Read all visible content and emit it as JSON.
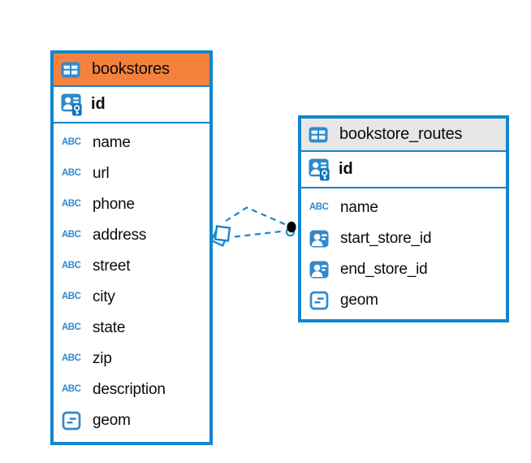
{
  "diagram": {
    "abc_icon_label": "ABC",
    "colors": {
      "table_border": "#1386ce",
      "bookstores_header": "#f5813d",
      "bookstore_routes_header": "#e7e7e7",
      "icon_blue": "#3089ce",
      "connector_blue": "#1386ce",
      "connector_dot": "#000000",
      "text": "#0b0b0b"
    },
    "tables": [
      {
        "name": "bookstores",
        "primary_key": {
          "name": "id",
          "icon": "person-key-icon"
        },
        "columns": [
          {
            "name": "name",
            "type": "text",
            "icon": "abc-icon"
          },
          {
            "name": "url",
            "type": "text",
            "icon": "abc-icon"
          },
          {
            "name": "phone",
            "type": "text",
            "icon": "abc-icon"
          },
          {
            "name": "address",
            "type": "text",
            "icon": "abc-icon"
          },
          {
            "name": "street",
            "type": "text",
            "icon": "abc-icon"
          },
          {
            "name": "city",
            "type": "text",
            "icon": "abc-icon"
          },
          {
            "name": "state",
            "type": "text",
            "icon": "abc-icon"
          },
          {
            "name": "zip",
            "type": "text",
            "icon": "abc-icon"
          },
          {
            "name": "description",
            "type": "text",
            "icon": "abc-icon"
          },
          {
            "name": "geom",
            "type": "geometry",
            "icon": "geometry-icon"
          }
        ]
      },
      {
        "name": "bookstore_routes",
        "primary_key": {
          "name": "id",
          "icon": "person-key-icon"
        },
        "columns": [
          {
            "name": "name",
            "type": "text",
            "icon": "abc-icon"
          },
          {
            "name": "start_store_id",
            "type": "reference",
            "icon": "person-icon"
          },
          {
            "name": "end_store_id",
            "type": "reference",
            "icon": "person-icon"
          },
          {
            "name": "geom",
            "type": "geometry",
            "icon": "geometry-icon"
          }
        ]
      }
    ],
    "relation": {
      "from_table": "bookstores",
      "to_table": "bookstore_routes",
      "line_style": "dashed",
      "source_marker": "overlapping-squares",
      "target_marker": "black-dot"
    }
  }
}
